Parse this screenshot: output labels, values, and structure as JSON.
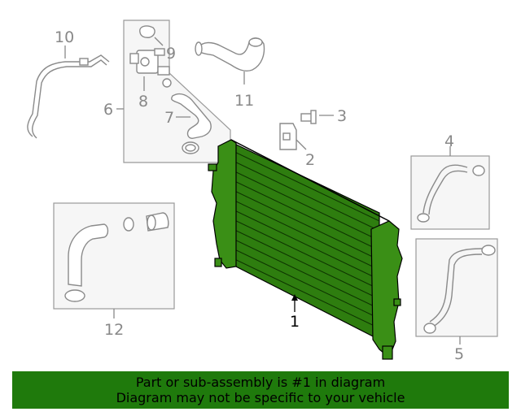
{
  "callouts": {
    "c1": "1",
    "c2": "2",
    "c3": "3",
    "c4": "4",
    "c5": "5",
    "c6": "6",
    "c7": "7",
    "c8": "8",
    "c9": "9",
    "c10": "10",
    "c11": "11",
    "c12": "12"
  },
  "colors": {
    "highlight_fill": "#2e7d0f",
    "banner_bg": "#1f7a0c",
    "callout_gray": "#888888"
  },
  "banner": {
    "line1": "Part or sub-assembly is #1 in diagram",
    "line2": "Diagram may not be specific to your vehicle"
  }
}
